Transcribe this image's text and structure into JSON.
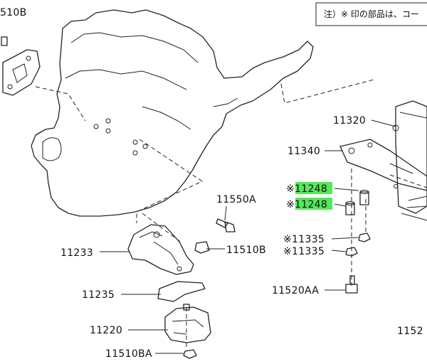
{
  "note": "注）※ 印の部品は、コー",
  "labels": {
    "l_510b_top": "510B",
    "l_11320": "11320",
    "l_11340": "11340",
    "l_11248_a": "※11248",
    "l_11248_b": "※11248",
    "l_11550a": "11550A",
    "l_11233": "11233",
    "l_11510b": "11510B",
    "l_11335_a": "※11335",
    "l_11335_b": "※11335",
    "l_11235": "11235",
    "l_11520aa": "11520AA",
    "l_11220": "11220",
    "l_11510ba": "11510BA",
    "l_1152": "1152"
  },
  "highlight_color": "#55e85a"
}
